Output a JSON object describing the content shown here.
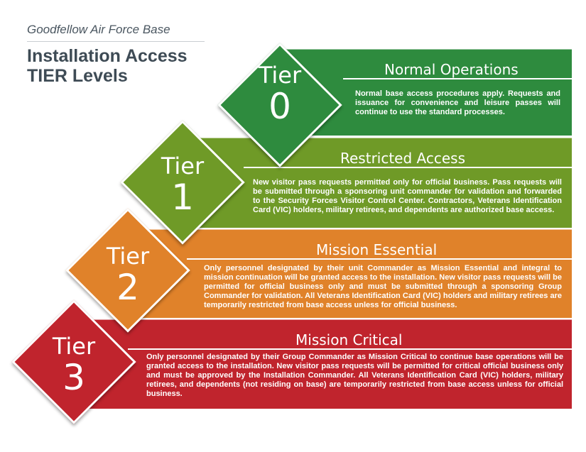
{
  "header": {
    "subtitle": "Goodfellow Air Force Base",
    "title_line1": "Installation Access",
    "title_line2": "TIER Levels"
  },
  "tiers": [
    {
      "tier_word": "Tier",
      "number": "0",
      "heading": "Normal Operations",
      "description": "Normal base access procedures apply. Requests and issuance for convenience and leisure passes will continue to use the standard processes.",
      "color": "#2e8b3e"
    },
    {
      "tier_word": "Tier",
      "number": "1",
      "heading": "Restricted Access",
      "description": "New visitor pass requests permitted only for official business. Pass requests will be submitted through a sponsoring unit commander for validation and forwarded to the Security Forces Visitor Control Center. Contractors, Veterans Identification Card (VIC) holders, military retirees, and dependents are authorized base access.",
      "color": "#6f9a27"
    },
    {
      "tier_word": "Tier",
      "number": "2",
      "heading": "Mission Essential",
      "description": "Only personnel designated by their unit Commander as Mission Essential and integral to mission continuation will be granted access to the installation. New visitor pass requests will be permitted for official business only and must be submitted through a sponsoring Group Commander for validation. All Veterans Identification Card (VIC) holders and military retirees are temporarily restricted from base access unless for official business.",
      "color": "#e0822a"
    },
    {
      "tier_word": "Tier",
      "number": "3",
      "heading": "Mission Critical",
      "description": "Only personnel designated by their Group Commander as Mission Critical to continue base operations will be granted access to the installation. New visitor pass requests will be permitted for critical official business only and must be approved by the Installation Commander. All Veterans Identification Card (VIC) holders, military retirees, and dependents (not residing on base) are temporarily restricted from base access unless for official business.",
      "color": "#c0242d"
    }
  ]
}
